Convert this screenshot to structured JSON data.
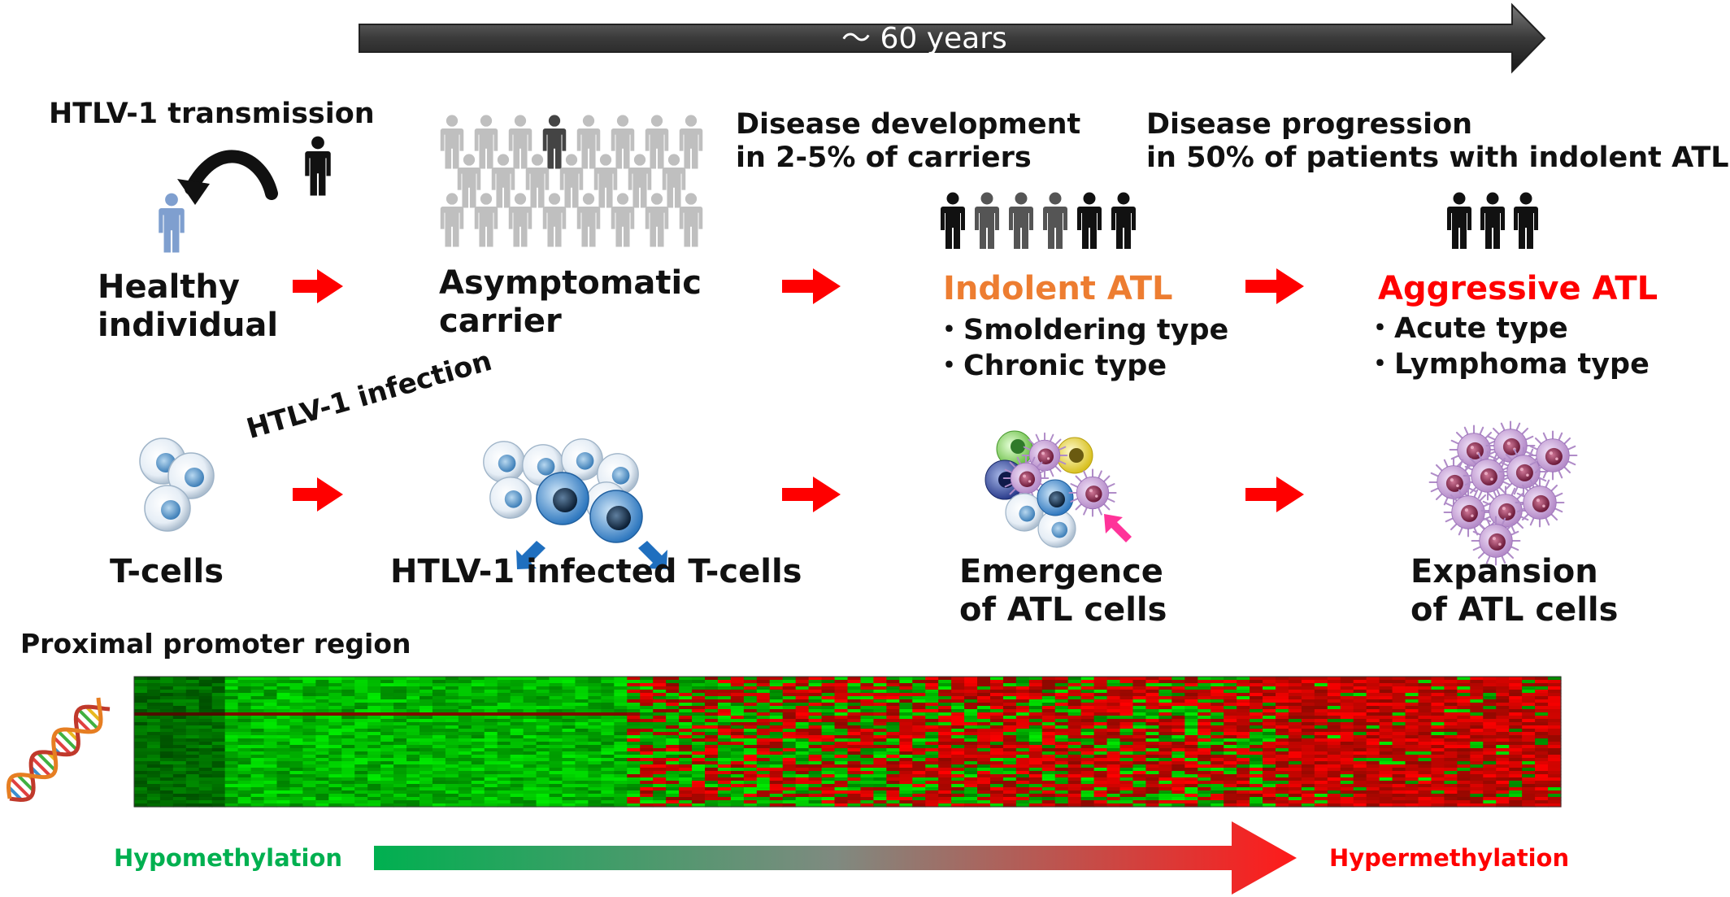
{
  "timeline": {
    "label": "～ 60 years"
  },
  "stages": {
    "healthy": {
      "line1": "Healthy",
      "line2": "individual"
    },
    "carrier": {
      "line1": "Asymptomatic",
      "line2": "carrier"
    },
    "indolent": {
      "title": "Indolent ATL",
      "type1": "・Smoldering type",
      "type2": "・Chronic type"
    },
    "aggressive": {
      "title": "Aggressive ATL",
      "type1": "・Acute type",
      "type2": "・Lymphoma type"
    }
  },
  "annotations": {
    "transmission": "HTLV-1 transmission",
    "development_line1": "Disease development",
    "development_line2": "in 2-5% of carriers",
    "progression_line1": "Disease progression",
    "progression_line2": "in 50% of patients with indolent ATL",
    "infection": "HTLV-1 infection"
  },
  "cells": {
    "tcells": "T-cells",
    "infected": "HTLV-1 infected T-cells",
    "emergence_line1": "Emergence",
    "emergence_line2": "of ATL cells",
    "expansion_line1": "Expansion",
    "expansion_line2": "of ATL cells"
  },
  "heatmap": {
    "title": "Proximal promoter region",
    "low_label": "Hypomethylation",
    "high_label": "Hypermethylation"
  },
  "colors": {
    "indolent": "#ed7d31",
    "aggressive": "#ff0000",
    "arrow": "#ff0000",
    "hypo": "#00b050",
    "hyper": "#ff0000",
    "person_dark": "#111111",
    "person_gray": "#bfbfbf",
    "person_healthy": "#7f9fcf",
    "infected_arrow": "#1f6fbf",
    "atl_arrow": "#ff3399"
  },
  "icons": [
    "person-icon",
    "curved-arrow-icon",
    "t-cell-icon",
    "atl-cell-icon",
    "dna-icon"
  ]
}
